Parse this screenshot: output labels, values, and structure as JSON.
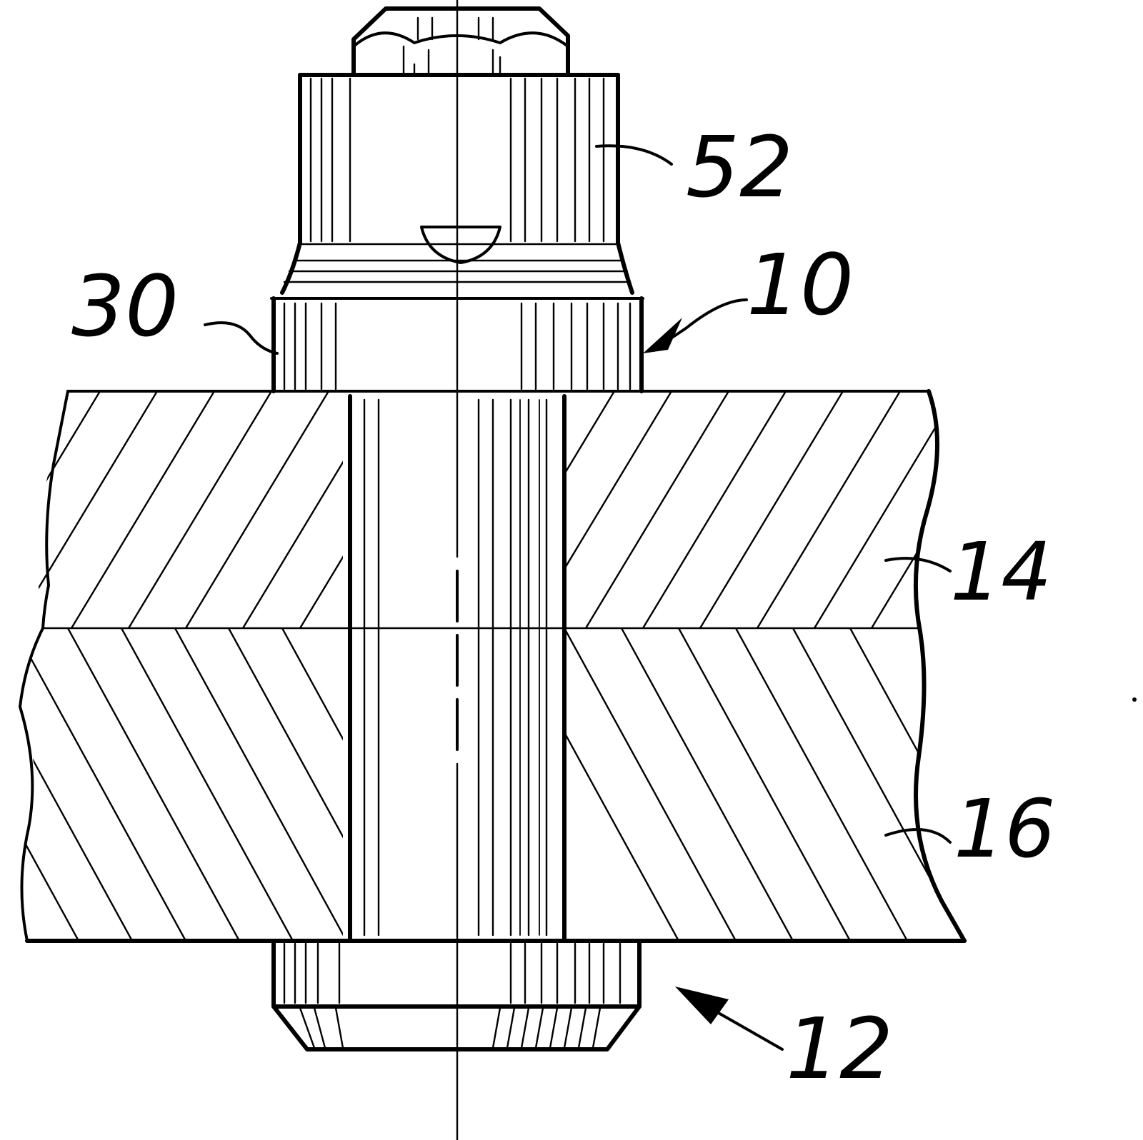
{
  "figure": {
    "background": "#ffffff",
    "ink_color": "#000000",
    "reference_numerals": [
      {
        "id": "collar",
        "label": "52"
      },
      {
        "id": "sleeve",
        "label": "30"
      },
      {
        "id": "fastener_assembly",
        "label": "10"
      },
      {
        "id": "upper_plate",
        "label": "14"
      },
      {
        "id": "lower_plate",
        "label": "16"
      },
      {
        "id": "pin",
        "label": "12"
      }
    ]
  }
}
